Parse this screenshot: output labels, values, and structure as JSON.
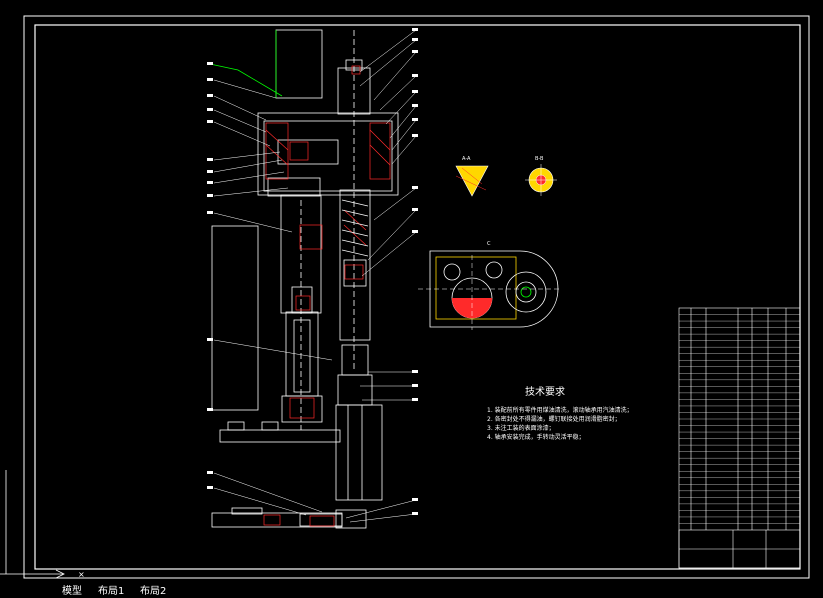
{
  "drawing": {
    "tech_requirements": {
      "title": "技术要求",
      "items": [
        "1. 装配前所有零件用煤油清洗，滚动轴承用汽油清洗；",
        "2. 各密封处不得漏油，螺钉联接处用润滑脂密封；",
        "3. 未注工装的表面涂漆；",
        "4. 轴承安装完成，手转动灵活平稳；"
      ]
    },
    "section_labels": {
      "view_a": "A-A",
      "view_b": "B-B",
      "view_c": "C"
    },
    "title_block": {
      "rows": 34
    }
  },
  "tabs": {
    "model": "模型",
    "layout1": "布局1",
    "layout2": "布局2"
  },
  "colors": {
    "background": "#000000",
    "frame": "#ffffff",
    "outline": "#ffffff",
    "hatch": "#ff2a2a",
    "leader": "#00ff00",
    "section_fill": "#ffd700",
    "label": "#ffffff"
  }
}
